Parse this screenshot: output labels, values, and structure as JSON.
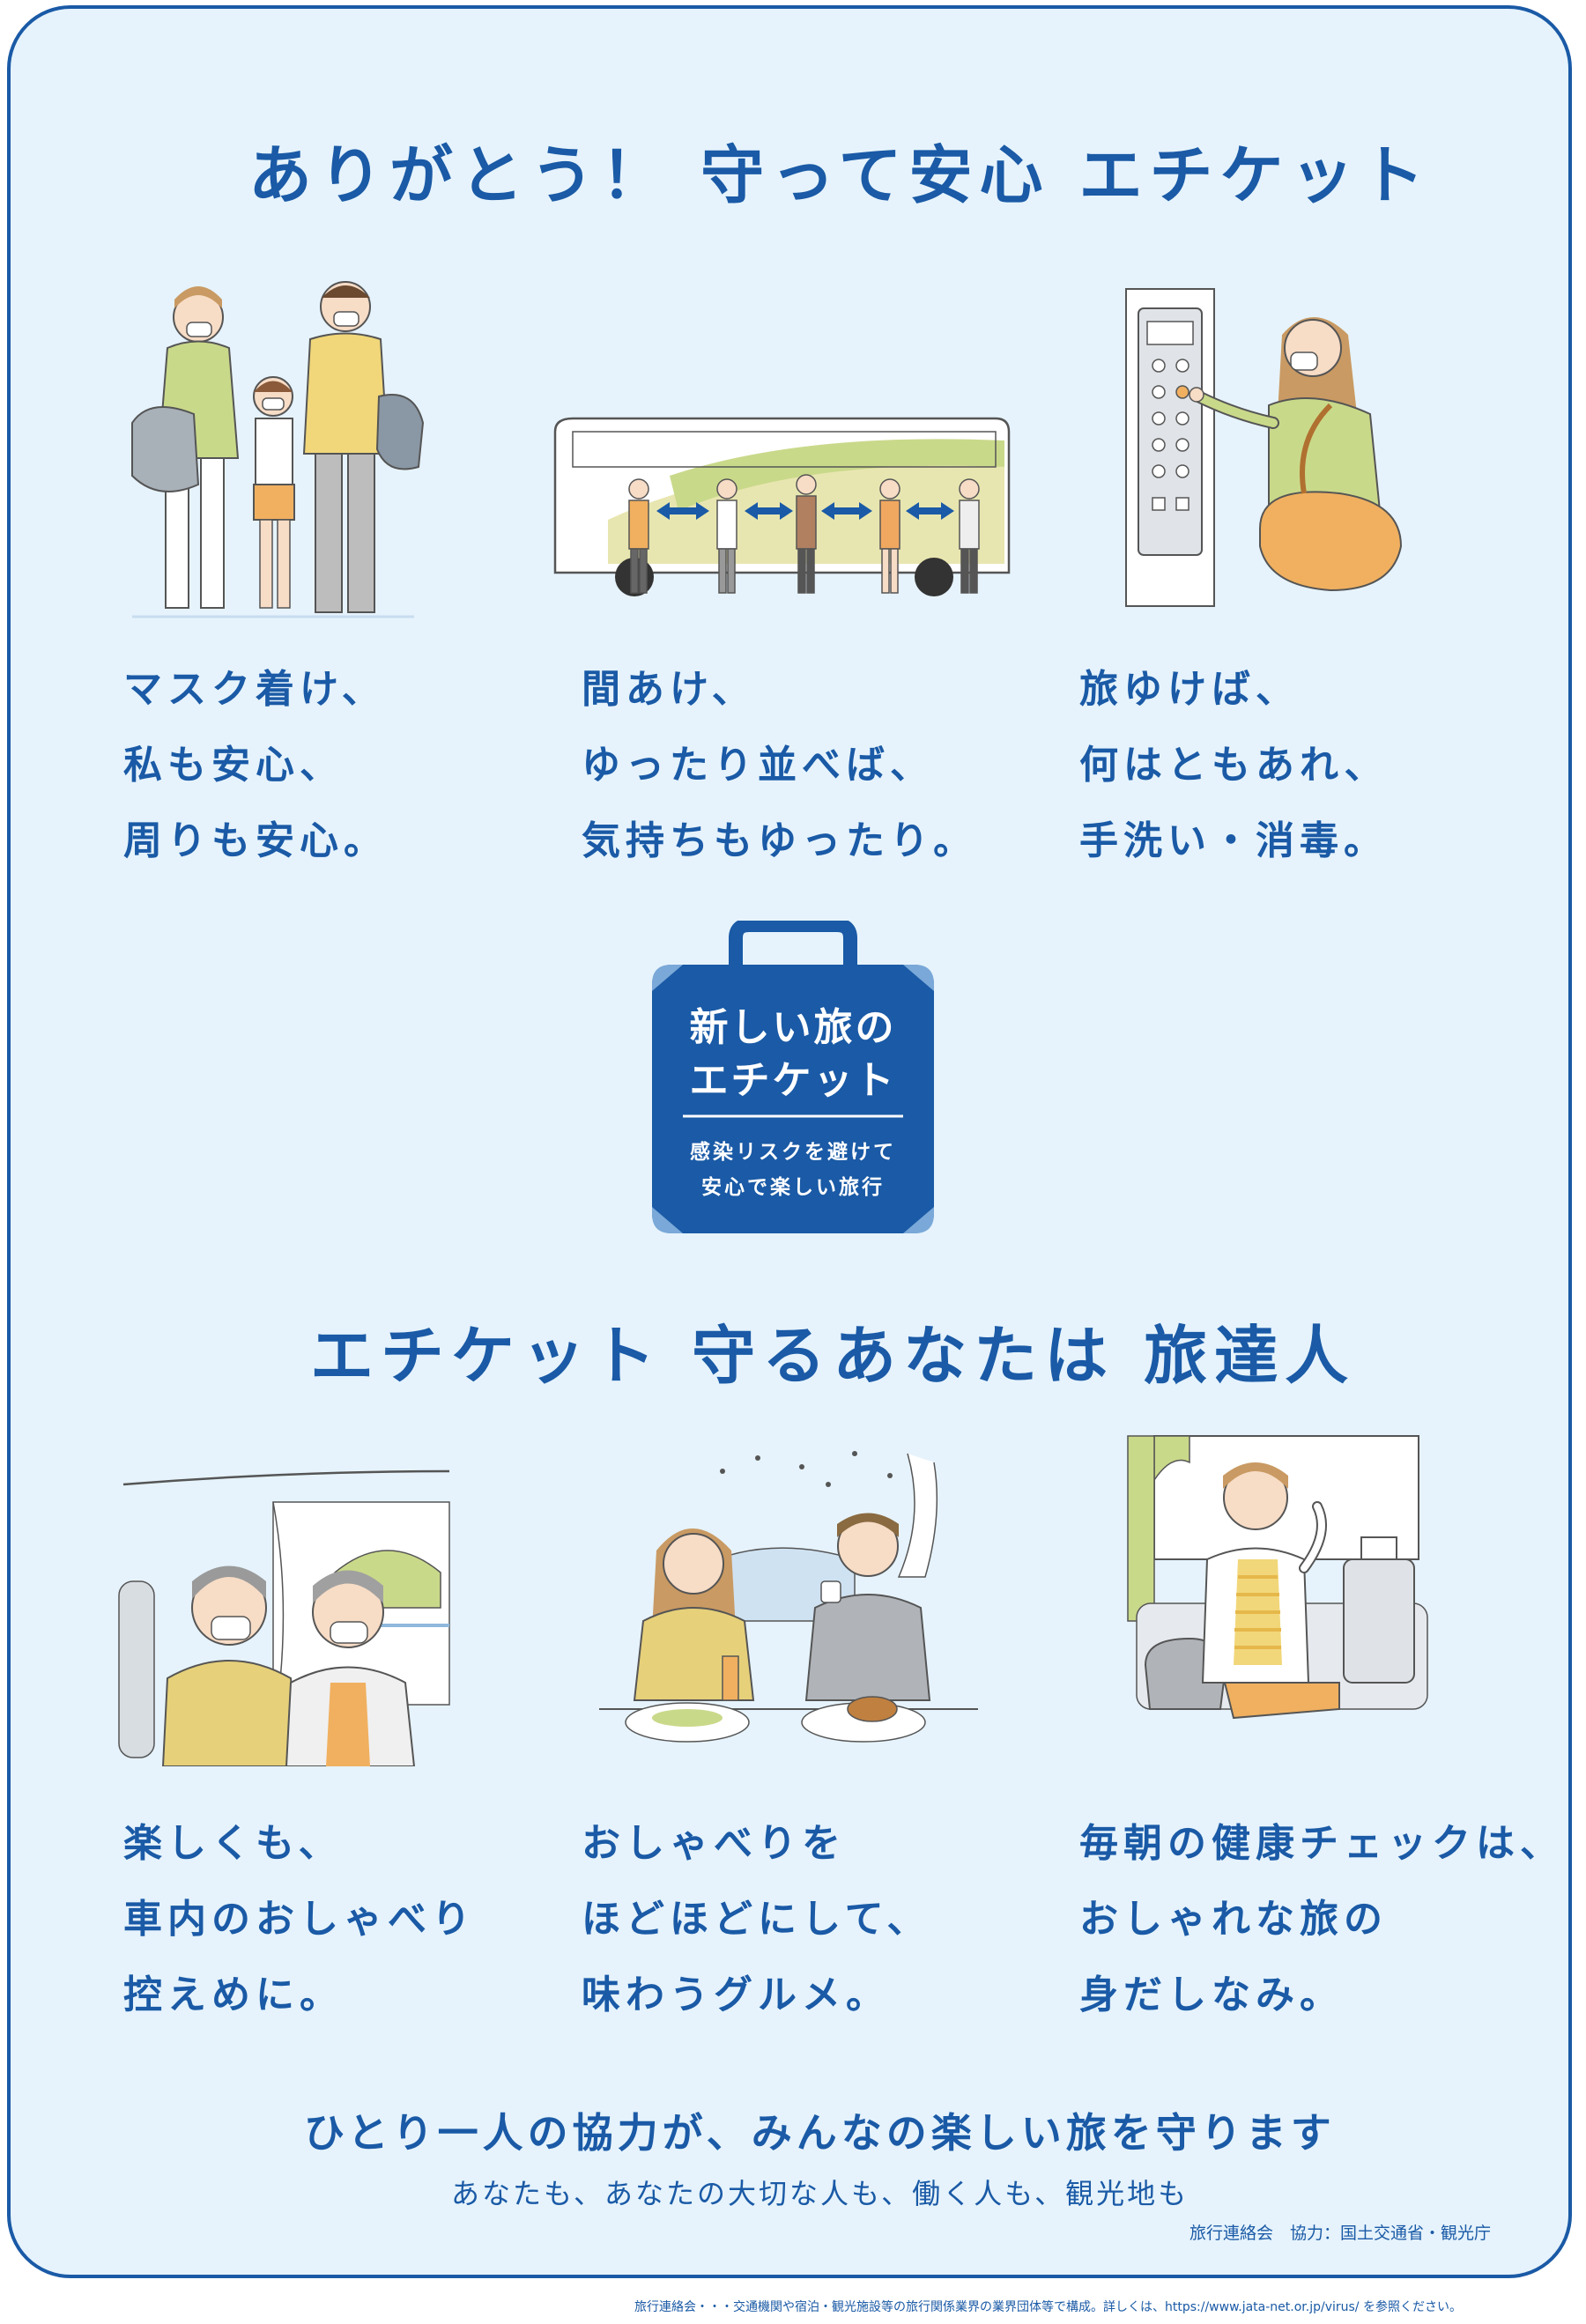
{
  "header": {
    "title": "ありがとう！ 守って安心 エチケット"
  },
  "top_row": [
    {
      "icon": "family-walking-masks-illustration",
      "lines": [
        "マスク着け、",
        "私も安心、",
        "周りも安心。"
      ]
    },
    {
      "icon": "bus-distancing-queue-illustration",
      "lines": [
        "間あけ、",
        "ゆったり並べば、",
        "気持ちもゆったり。"
      ]
    },
    {
      "icon": "elevator-button-woman-illustration",
      "lines": [
        "旅ゆけば、",
        "何はともあれ、",
        "手洗い・消毒。"
      ]
    }
  ],
  "badge": {
    "icon": "suitcase-icon",
    "title_line1": "新しい旅の",
    "title_line2": "エチケット",
    "sub_line1": "感染リスクを避けて",
    "sub_line2": "安心で楽しい旅行",
    "color": "#1a5aa6"
  },
  "middle": {
    "title": "エチケット 守るあなたは 旅達人"
  },
  "bottom_row": [
    {
      "icon": "train-seniors-masks-illustration",
      "lines": [
        "楽しくも、",
        "車内のおしゃべり",
        "控えめに。"
      ]
    },
    {
      "icon": "dining-couple-illustration",
      "lines": [
        "おしゃべりを",
        "ほどほどにして、",
        "味わうグルメ。"
      ]
    },
    {
      "icon": "health-check-traveler-illustration",
      "lines": [
        "毎朝の健康チェックは、",
        "おしゃれな旅の",
        "身だしなみ。"
      ]
    }
  ],
  "footer": {
    "main": "ひとり一人の協力が、みんなの楽しい旅を守ります",
    "sub": "あなたも、あなたの大切な人も、働く人も、観光地も",
    "credit": "旅行連絡会　協力：国土交通省・観光庁",
    "note": "旅行連絡会・・・交通機関や宿泊・観光施設等の旅行関係業界の業界団体等で構成。詳しくは、https://www.jata-net.or.jp/virus/ を参照ください。"
  },
  "colors": {
    "accent": "#1a5aa6",
    "background": "#e6f3fc",
    "skin": "#f7dcc6",
    "yellow_green": "#c9d98a",
    "orange": "#f0b060"
  }
}
